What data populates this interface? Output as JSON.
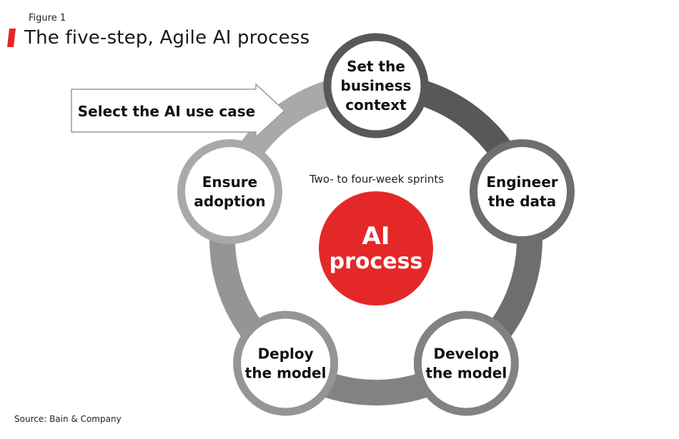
{
  "figure_label": "Figure 1",
  "title": "The five-step, Agile AI process",
  "source": "Source: Bain & Company",
  "entry_arrow": {
    "label": "Select the AI use case"
  },
  "center": {
    "line1": "AI",
    "line2": "process"
  },
  "sprint_label": "Two- to four-week sprints",
  "steps": [
    {
      "lines": [
        "Set the",
        "business",
        "context"
      ],
      "color": "#58585a"
    },
    {
      "lines": [
        "Engineer",
        "the data"
      ],
      "color": "#6e6e70"
    },
    {
      "lines": [
        "Develop",
        "the model"
      ],
      "color": "#828284"
    },
    {
      "lines": [
        "Deploy",
        "the model"
      ],
      "color": "#959597"
    },
    {
      "lines": [
        "Ensure",
        "adoption"
      ],
      "color": "#a9a9ab"
    }
  ],
  "colors": {
    "accent_red": "#e42828",
    "entry_arrow_stroke": "#9a9a9a"
  }
}
